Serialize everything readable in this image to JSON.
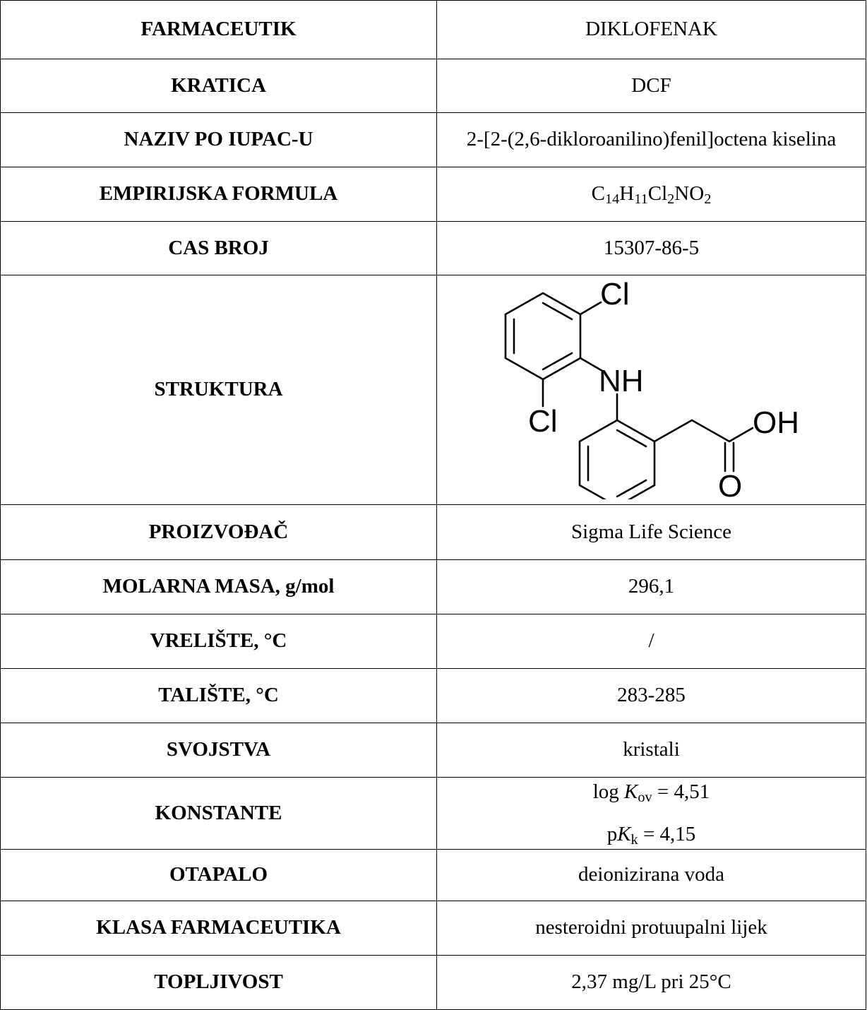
{
  "rows": [
    {
      "label": "FARMACEUTIK",
      "value": "DIKLOFENAK"
    },
    {
      "label": "KRATICA",
      "value": "DCF"
    },
    {
      "label": "NAZIV PO IUPAC-U",
      "value": "2-[2-(2,6-dikloroanilino)fenil]octena kiselina"
    },
    {
      "label": "EMPIRIJSKA FORMULA",
      "formula": [
        {
          "el": "C",
          "n": "14"
        },
        {
          "el": "H",
          "n": "11"
        },
        {
          "el": "Cl",
          "n": "2"
        },
        {
          "el": "N",
          "n": ""
        },
        {
          "el": "O",
          "n": "2"
        }
      ]
    },
    {
      "label": "CAS BROJ",
      "value": "15307-86-5"
    },
    {
      "label": "STRUKTURA",
      "structure_labels": {
        "cl_top": "Cl",
        "nh": "NH",
        "cl_left": "Cl",
        "oh": "OH",
        "o": "O"
      }
    },
    {
      "label": "PROIZVOĐAČ",
      "value": "Sigma Life Science"
    },
    {
      "label": "MOLARNA MASA, g/mol",
      "value": "296,1"
    },
    {
      "label": "VRELIŠTE, °C",
      "value": "/"
    },
    {
      "label": "TALIŠTE, °C",
      "value": "283-285"
    },
    {
      "label": "SVOJSTVA",
      "value": "kristali"
    },
    {
      "label": "KONSTANTE",
      "constants": {
        "logkow": {
          "prefix": "log ",
          "sym": "K",
          "sub": "ov",
          "rest": " = 4,51"
        },
        "pkk": {
          "prefix": "p",
          "sym": "K",
          "sub": "k",
          "rest": " = 4,15"
        }
      }
    },
    {
      "label": "OTAPALO",
      "value": "deionizirana voda"
    },
    {
      "label": "KLASA FARMACEUTIKA",
      "value": "nesteroidni protuupalni lijek"
    },
    {
      "label": "TOPLJIVOST",
      "value": "2,37 mg/L pri 25°C"
    }
  ]
}
